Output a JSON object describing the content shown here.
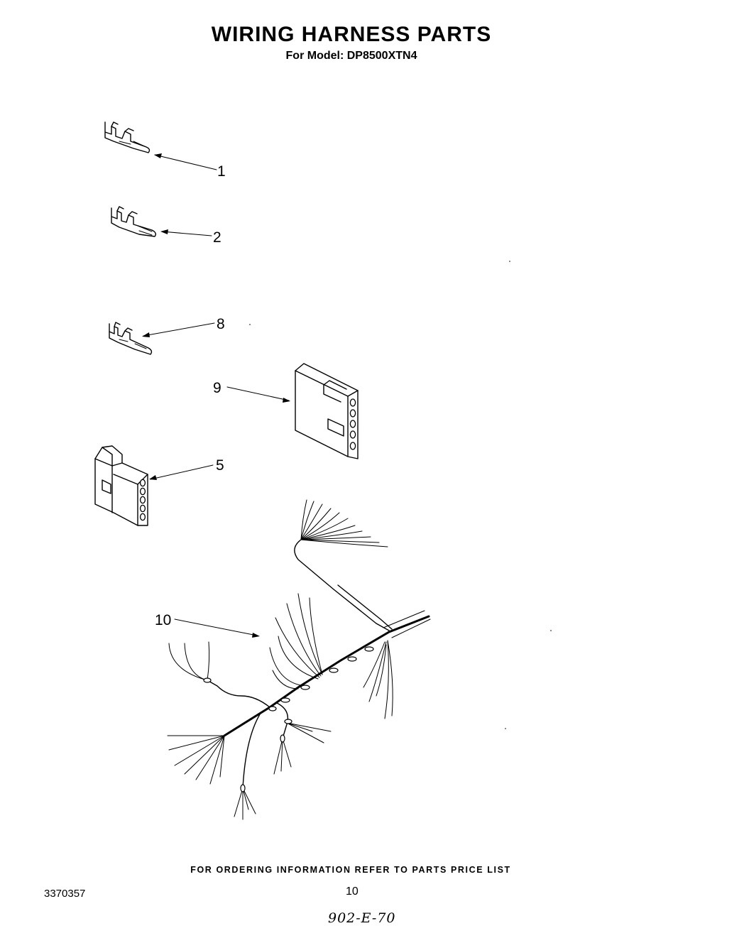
{
  "header": {
    "title": "WIRING HARNESS PARTS",
    "model_line": "For Model: DP8500XTN4"
  },
  "parts": [
    {
      "callout": "1",
      "item": "terminal"
    },
    {
      "callout": "2",
      "item": "terminal"
    },
    {
      "callout": "8",
      "item": "terminal"
    },
    {
      "callout": "9",
      "item": "connector housing"
    },
    {
      "callout": "5",
      "item": "connector housing"
    },
    {
      "callout": "10",
      "item": "wiring harness"
    }
  ],
  "footer": {
    "ordering_note": "FOR ORDERING INFORMATION REFER TO PARTS PRICE LIST",
    "doc_number": "3370357",
    "page_number": "10",
    "handwritten_note": "902-E-70"
  }
}
